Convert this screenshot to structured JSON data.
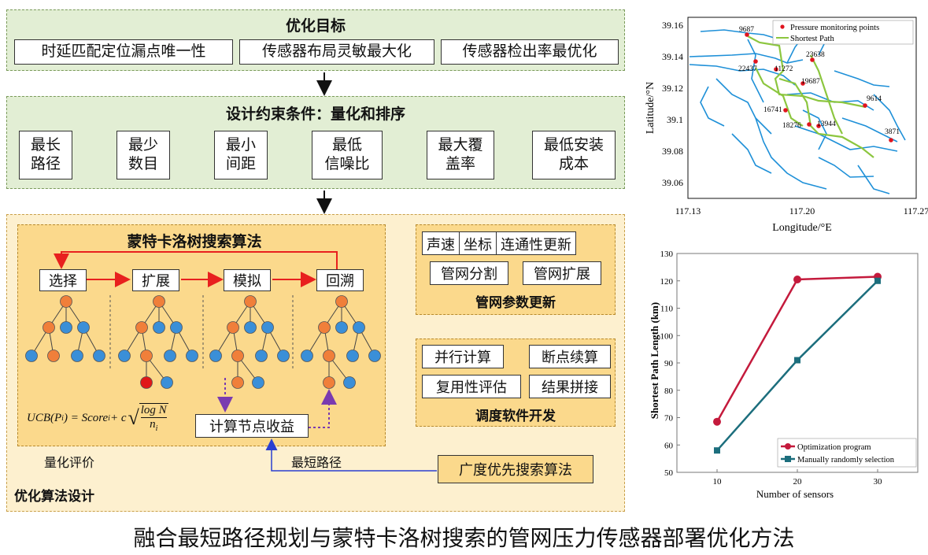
{
  "goals": {
    "title": "优化目标",
    "items": [
      "时延匹配定位漏点唯一性",
      "传感器布局灵敏最大化",
      "传感器检出率最优化"
    ]
  },
  "constraints": {
    "title": "设计约束条件：量化和排序",
    "items": [
      "最长\n路径",
      "最少\n数目",
      "最小\n间距",
      "最低\n信噪比",
      "最大覆\n盖率",
      "最低安装\n成本"
    ]
  },
  "algorithm": {
    "panel_label": "优化算法设计",
    "mcts_title": "蒙特卡洛树搜索算法",
    "steps": [
      "选择",
      "扩展",
      "模拟",
      "回溯"
    ],
    "formula": "UCB(P_i) = Score_i + c √(log N / n_i)",
    "formula_parts": {
      "lhs": "UCB(P",
      "sub_i": "i",
      "rhs": ") = Score",
      "plus_c": " + c",
      "num": "log N",
      "den": "n"
    },
    "node_gain": "计算节点收益",
    "quantify_label": "量化评价",
    "shortest_label": "最短路径",
    "bfs": "广度优先搜索算法",
    "param_update": {
      "title": "管网参数更新",
      "row1": [
        "声速",
        "坐标",
        "连通性更新"
      ],
      "row2": [
        "管网分割",
        "管网扩展"
      ]
    },
    "scheduling": {
      "title": "调度软件开发",
      "items": [
        "并行计算",
        "断点续算",
        "复用性评估",
        "结果拼接"
      ]
    }
  },
  "caption": "融合最短路径规划与蒙特卡洛树搜索的管网压力传感器部署优化方法",
  "map": {
    "xlabel": "Longitude/°E",
    "ylabel": "Latitude/°N",
    "xticks": [
      "117.13",
      "117.20",
      "117.27"
    ],
    "yticks": [
      "39.16",
      "39.14",
      "39.12",
      "39.1",
      "39.08",
      "39.06"
    ],
    "legend": [
      "Pressure monitoring points",
      "Shortest Path"
    ],
    "points": [
      "9687",
      "23638",
      "22437",
      "11272",
      "19687",
      "9614",
      "16741",
      "18276",
      "13944",
      "3871"
    ],
    "colors": {
      "pipe": "#1e90d8",
      "path": "#8cc63f",
      "point": "#e0141e"
    }
  },
  "chart_data": {
    "type": "line",
    "x": [
      10,
      20,
      30
    ],
    "series": [
      {
        "name": "Optimization program",
        "values": [
          68.5,
          120.5,
          121.5
        ],
        "color": "#c41a3c"
      },
      {
        "name": "Manually randomly selection",
        "values": [
          58,
          91,
          120
        ],
        "color": "#1c6e7d"
      }
    ],
    "xlabel": "Number of sensors",
    "ylabel": "Shortest Path Length (km)",
    "xlim": [
      5,
      35
    ],
    "ylim": [
      50,
      130
    ],
    "yticks": [
      50,
      60,
      70,
      80,
      90,
      100,
      110,
      120,
      130
    ],
    "xticks": [
      10,
      20,
      30
    ],
    "legend_position": "bottom-right"
  }
}
